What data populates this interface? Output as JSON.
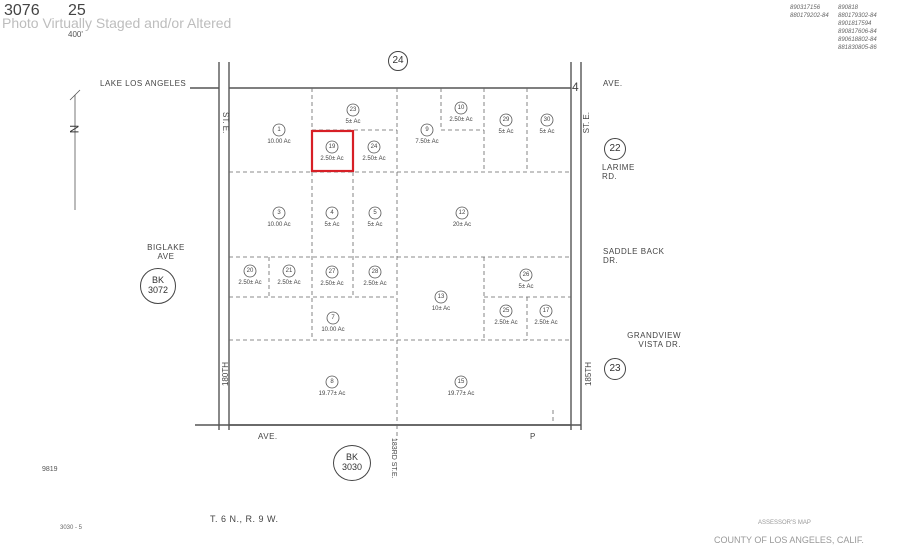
{
  "header": {
    "map_number": "3076",
    "page_number": "25",
    "scale": "400'",
    "watermark": "Photo Virtually Staged and/or Altered",
    "top_right_notes": [
      "890317156",
      "880179202-84",
      "890818",
      "880179302-84",
      "8901817594",
      "890817606-84",
      "890618802-84",
      "881830805-86"
    ]
  },
  "roads": {
    "north": "LAKE LOS ANGELES",
    "north_ave": "AVE.",
    "west_mid": "BIGLAKE AVE",
    "east_1": "LARIME RD.",
    "east_2": "SADDLE BACK DR.",
    "east_3": "GRANDVIEW VISTA DR.",
    "south": "AVE.",
    "south_p": "P",
    "west_street": "180TH",
    "west_st_e": "ST. E.",
    "east_street": "185TH",
    "east_st_e": "ST. E.",
    "mid_street": "183RD ST.E."
  },
  "blocks": {
    "top": "24",
    "right_upper": "22",
    "right_lower": "23",
    "corner": "4",
    "bk_left_label": "BK",
    "bk_left_num": "3072",
    "bk_bottom_label": "BK",
    "bk_bottom_num": "3030"
  },
  "parcels": [
    {
      "id": "1",
      "area": "10.00 Ac"
    },
    {
      "id": "23",
      "area": "5± Ac"
    },
    {
      "id": "10",
      "area": "2.50± Ac"
    },
    {
      "id": "29",
      "area": "5± Ac"
    },
    {
      "id": "30",
      "area": "5± Ac"
    },
    {
      "id": "19",
      "area": "2.50± Ac",
      "highlighted": true
    },
    {
      "id": "24",
      "area": "2.50± Ac"
    },
    {
      "id": "9",
      "area": "7.50± Ac"
    },
    {
      "id": "3",
      "area": "10.00 Ac"
    },
    {
      "id": "4",
      "area": "5± Ac"
    },
    {
      "id": "5",
      "area": "5± Ac"
    },
    {
      "id": "12",
      "area": "20± Ac"
    },
    {
      "id": "20",
      "area": "2.50± Ac"
    },
    {
      "id": "21",
      "area": "2.50± Ac"
    },
    {
      "id": "27",
      "area": "2.50± Ac"
    },
    {
      "id": "28",
      "area": "2.50± Ac"
    },
    {
      "id": "13",
      "area": "10± Ac"
    },
    {
      "id": "26",
      "area": "5± Ac"
    },
    {
      "id": "25",
      "area": "2.50± Ac"
    },
    {
      "id": "17",
      "area": "2.50± Ac"
    },
    {
      "id": "7",
      "area": "10.00 Ac"
    },
    {
      "id": "8",
      "area": "19.77± Ac"
    },
    {
      "id": "15",
      "area": "19.77± Ac"
    }
  ],
  "footer": {
    "code_left": "9819",
    "code_bottom": "3030 - 5",
    "township": "T. 6 N., R. 9 W.",
    "assessor_1": "ASSESSOR'S MAP",
    "assessor_2": "COUNTY OF LOS ANGELES, CALIF."
  },
  "colors": {
    "highlight": "#d71f26",
    "line": "#555555"
  }
}
